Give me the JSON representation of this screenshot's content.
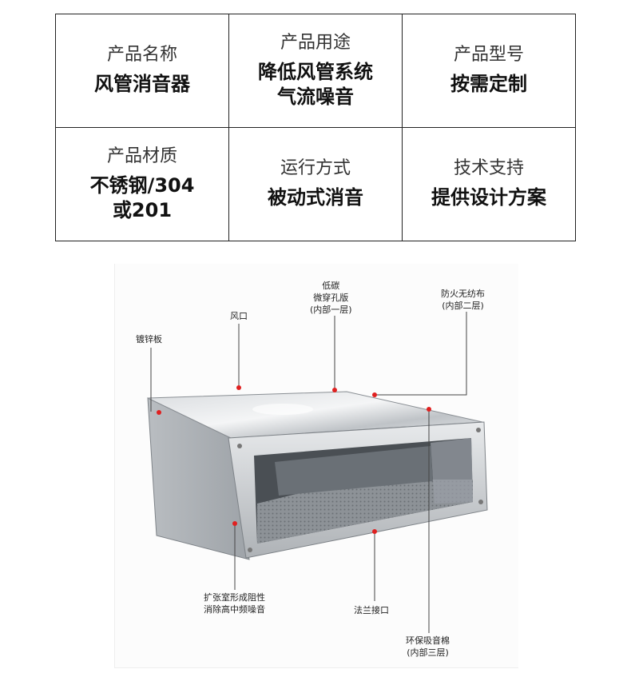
{
  "spec_table": {
    "rows": [
      [
        {
          "label": "产品名称",
          "value_lines": [
            "风管消音器"
          ]
        },
        {
          "label": "产品用途",
          "value_lines": [
            "降低风管系统",
            "气流噪音"
          ]
        },
        {
          "label": "产品型号",
          "value_lines": [
            "按需定制"
          ]
        }
      ],
      [
        {
          "label": "产品材质",
          "value_lines": [
            "不锈钢/304",
            "或201"
          ]
        },
        {
          "label": "运行方式",
          "value_lines": [
            "被动式消音"
          ]
        },
        {
          "label": "技术支持",
          "value_lines": [
            "提供设计方案"
          ]
        }
      ]
    ]
  },
  "diagram": {
    "callouts": {
      "galvanized": [
        "镀锌板"
      ],
      "air_port": [
        "风口"
      ],
      "perforated": [
        "低碳",
        "微穿孔版",
        "(内部一层)"
      ],
      "nonwoven": [
        "防火无纺布",
        "(内部二层)"
      ],
      "expansion": [
        "扩张室形成阻性",
        "消除高中频噪音"
      ],
      "flange": [
        "法兰接口"
      ],
      "cotton": [
        "环保吸音棉",
        "(内部三层)"
      ]
    },
    "colors": {
      "leader": "#444444",
      "dot": "#e02020",
      "metal": "#c9ccd0"
    }
  }
}
